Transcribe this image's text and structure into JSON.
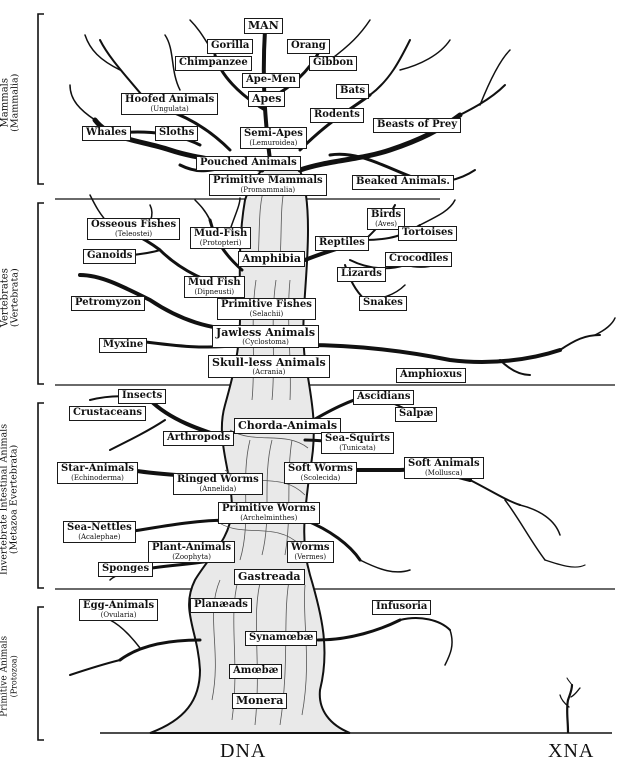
{
  "groups": [
    {
      "title": "Mammals",
      "sub": "(Mammalia)"
    },
    {
      "title": "Vertebrates",
      "sub": "(Vertebrata)"
    },
    {
      "title": "Invertebrate Intestinal Animals",
      "sub": "(Metazoa Evertebrata)"
    },
    {
      "title": "Primitive Animals",
      "sub": "(Protozoa)"
    }
  ],
  "nodes": [
    {
      "name": "MAN",
      "sub": ""
    },
    {
      "name": "Gorilla",
      "sub": ""
    },
    {
      "name": "Orang",
      "sub": ""
    },
    {
      "name": "Chimpanzee",
      "sub": ""
    },
    {
      "name": "Gibbon",
      "sub": ""
    },
    {
      "name": "Ape-Men",
      "sub": ""
    },
    {
      "name": "Apes",
      "sub": ""
    },
    {
      "name": "Bats",
      "sub": ""
    },
    {
      "name": "Hoofed Animals",
      "sub": "(Ungulata)"
    },
    {
      "name": "Rodents",
      "sub": ""
    },
    {
      "name": "Beasts of Prey",
      "sub": ""
    },
    {
      "name": "Whales",
      "sub": ""
    },
    {
      "name": "Sloths",
      "sub": ""
    },
    {
      "name": "Semi-Apes",
      "sub": "(Lemuroidea)"
    },
    {
      "name": "Pouched Animals",
      "sub": ""
    },
    {
      "name": "Primitive Mammals",
      "sub": "(Promammalia)"
    },
    {
      "name": "Beaked Animals.",
      "sub": ""
    },
    {
      "name": "Osseous Fishes",
      "sub": "(Teleostei)"
    },
    {
      "name": "Mud-Fish",
      "sub": "(Protopteri)"
    },
    {
      "name": "Birds",
      "sub": "(Aves)"
    },
    {
      "name": "Tortoises",
      "sub": ""
    },
    {
      "name": "Reptiles",
      "sub": ""
    },
    {
      "name": "Ganoids",
      "sub": ""
    },
    {
      "name": "Amphibia",
      "sub": ""
    },
    {
      "name": "Crocodiles",
      "sub": ""
    },
    {
      "name": "Lizards",
      "sub": ""
    },
    {
      "name": "Mud Fish",
      "sub": "(Dipneusti)"
    },
    {
      "name": "Snakes",
      "sub": ""
    },
    {
      "name": "Petromyzon",
      "sub": ""
    },
    {
      "name": "Primitive Fishes",
      "sub": "(Selachii)"
    },
    {
      "name": "Jawless Animals",
      "sub": "(Cyclostoma)"
    },
    {
      "name": "Myxine",
      "sub": ""
    },
    {
      "name": "Skull-less Animals",
      "sub": "(Acrania)"
    },
    {
      "name": "Amphioxus",
      "sub": ""
    },
    {
      "name": "Insects",
      "sub": ""
    },
    {
      "name": "Ascidians",
      "sub": ""
    },
    {
      "name": "Crustaceans",
      "sub": ""
    },
    {
      "name": "Salpæ",
      "sub": ""
    },
    {
      "name": "Chorda-Animals",
      "sub": ""
    },
    {
      "name": "Arthropods",
      "sub": ""
    },
    {
      "name": "Sea-Squirts",
      "sub": "(Tunicata)"
    },
    {
      "name": "Star-Animals",
      "sub": "(Echinoderma)"
    },
    {
      "name": "Soft Worms",
      "sub": "(Scolecida)"
    },
    {
      "name": "Soft Animals",
      "sub": "(Mollusca)"
    },
    {
      "name": "Ringed Worms",
      "sub": "(Annelida)"
    },
    {
      "name": "Primitive Worms",
      "sub": "(Archelminthes)"
    },
    {
      "name": "Sea-Nettles",
      "sub": "(Acalephae)"
    },
    {
      "name": "Plant-Animals",
      "sub": "(Zoophyta)"
    },
    {
      "name": "Worms",
      "sub": "(Vermes)"
    },
    {
      "name": "Sponges",
      "sub": ""
    },
    {
      "name": "Gastreada",
      "sub": ""
    },
    {
      "name": "Egg-Animals",
      "sub": "(Ovularia)"
    },
    {
      "name": "Planæads",
      "sub": ""
    },
    {
      "name": "Infusoria",
      "sub": ""
    },
    {
      "name": "Synamœbæ",
      "sub": ""
    },
    {
      "name": "Amœbæ",
      "sub": ""
    },
    {
      "name": "Monera",
      "sub": ""
    }
  ],
  "bottom": {
    "left": "DNA",
    "right": "XNA"
  }
}
